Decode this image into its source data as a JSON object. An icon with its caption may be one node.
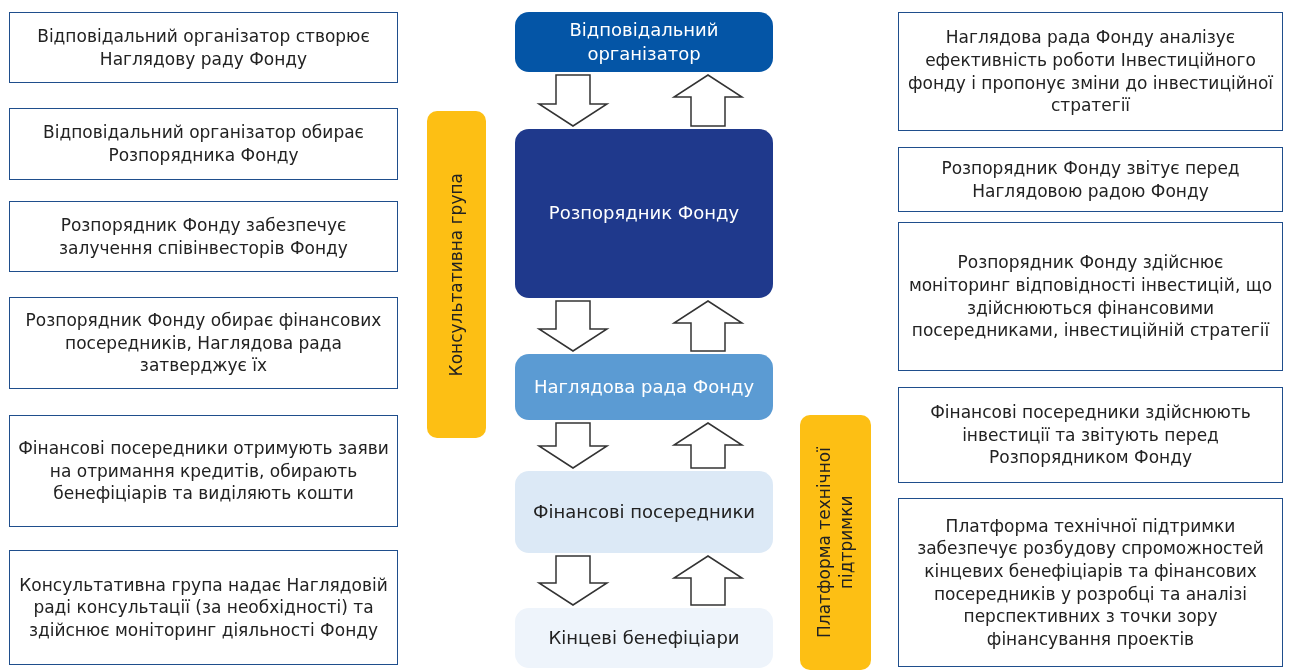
{
  "diagram": {
    "nodes": [
      {
        "text": [
          "Відповідальний організатор створює Наглядову раду Фонду"
        ]
      },
      {
        "text": [
          "Відповідальний організатор обирає Розпорядника Фонду"
        ]
      },
      {
        "text": [
          "Розпорядник Фонду забезпечує залучення співінвесторів Фонду"
        ]
      },
      {
        "text": [
          "Розпорядник Фонду обирає фінансових посередників, Наглядова рада затверджує їх"
        ]
      },
      {
        "text": [
          "Фінансові посередники отримують заяви на отримання кредитів, обирають бенефіціарів та виділяють кошти"
        ]
      },
      {
        "text": [
          "Консультативна група надає Наглядовій раді консультації (за необхідності) та здійснює моніторинг діяльності Фонду"
        ]
      },
      {
        "text": [
          "Консультативна група"
        ]
      },
      {
        "text": [
          "Відповідальний організатор"
        ]
      },
      {
        "text": [
          "Розпорядник Фонду"
        ]
      },
      {
        "text": [
          "Наглядова рада Фонду"
        ]
      },
      {
        "text": [
          "Фінансові посередники"
        ]
      },
      {
        "text": [
          "Кінцеві бенефіціари"
        ]
      },
      {
        "text": [
          "Платформа технічної підтримки"
        ]
      },
      {
        "text": [
          "Наглядова рада Фонду аналізує ефективність роботи Інвестиційного фонду і пропонує зміни до інвестиційної стратегії"
        ]
      },
      {
        "text": [
          "Розпорядник Фонду звітує перед Наглядовою радою Фонду"
        ]
      },
      {
        "text": [
          "Розпорядник Фонду здійснює моніторинг відповідності інвестицій, що здійснюються фінансовими посередниками, інвестиційній стратегії"
        ]
      },
      {
        "text": [
          "Фінансові посередники здійснюють інвестиції та звітують перед Розпорядником Фонду"
        ]
      },
      {
        "text": [
          "Платформа технічної підтримки забезпечує розбудову спроможностей кінцевих бенефіціарів та фінансових посередників у розробці та аналізі перспективних з точки зору фінансування проектів"
        ]
      }
    ],
    "edges": [
      {
        "from": 7,
        "to": 8,
        "arrow": "to"
      },
      {
        "from": 8,
        "to": 7,
        "arrow": "to"
      },
      {
        "from": 8,
        "to": 9,
        "arrow": "to"
      },
      {
        "from": 9,
        "to": 8,
        "arrow": "to"
      },
      {
        "from": 9,
        "to": 10,
        "arrow": "to"
      },
      {
        "from": 10,
        "to": 9,
        "arrow": "to"
      },
      {
        "from": 10,
        "to": 11,
        "arrow": "to"
      },
      {
        "from": 11,
        "to": 10,
        "arrow": "to"
      }
    ]
  }
}
